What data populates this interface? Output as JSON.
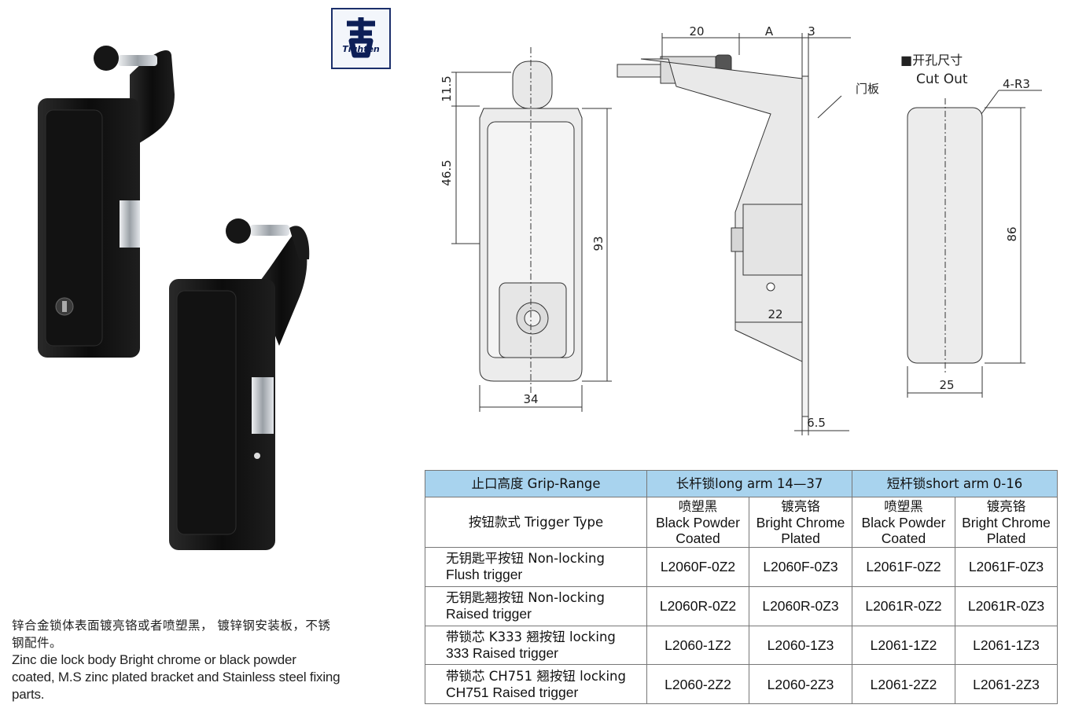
{
  "logo": {
    "text": "Tighten"
  },
  "description": {
    "zh": "锌合金锁体表面镀亮铬或者喷塑黑， 镀锌钢安装板，不锈钢配件。",
    "en": "Zinc die lock body Bright chrome or black powder coated, M.S zinc plated bracket and Stainless steel fixing parts."
  },
  "drawing": {
    "front": {
      "dim_knob": "11.5",
      "dim_upper": "46.5",
      "dim_height": "93",
      "dim_width": "34"
    },
    "side": {
      "dim_20": "20",
      "dim_a": "A",
      "dim_3": "3",
      "door_panel": "门板",
      "dim_22": "22",
      "dim_65": "6.5"
    },
    "cutout": {
      "title_zh": "■开孔尺寸",
      "title_en": "Cut Out",
      "radius": "4-R3",
      "dim_height": "86",
      "dim_width": "25"
    }
  },
  "table": {
    "header": {
      "grip": "止口高度 Grip-Range",
      "long_arm": "长杆锁long arm 14—37",
      "short_arm": "短杆锁short arm 0-16"
    },
    "trigger_type": "按钮款式 Trigger Type",
    "finishes": [
      {
        "zh": "喷塑黑",
        "en1": "Black Powder",
        "en2": "Coated"
      },
      {
        "zh": "镀亮铬",
        "en1": "Bright Chrome",
        "en2": "Plated"
      },
      {
        "zh": "喷塑黑",
        "en1": "Black Powder",
        "en2": "Coated"
      },
      {
        "zh": "镀亮铬",
        "en1": "Bright Chrome",
        "en2": "Plated"
      }
    ],
    "rows": [
      {
        "l1": "无钥匙平按钮 Non-locking",
        "l2": "Flush trigger",
        "c": [
          "L2060F-0Z2",
          "L2060F-0Z3",
          "L2061F-0Z2",
          "L2061F-0Z3"
        ]
      },
      {
        "l1": "无钥匙翘按钮 Non-locking",
        "l2": "Raised trigger",
        "c": [
          "L2060R-0Z2",
          "L2060R-0Z3",
          "L2061R-0Z2",
          "L2061R-0Z3"
        ]
      },
      {
        "l1": "带锁芯 K333 翘按钮 locking",
        "l2": "333 Raised trigger",
        "c": [
          "L2060-1Z2",
          "L2060-1Z3",
          "L2061-1Z2",
          "L2061-1Z3"
        ]
      },
      {
        "l1": "带锁芯 CH751 翘按钮 locking",
        "l2": "CH751 Raised trigger",
        "c": [
          "L2060-2Z2",
          "L2060-2Z3",
          "L2061-2Z2",
          "L2061-2Z3"
        ]
      }
    ]
  }
}
